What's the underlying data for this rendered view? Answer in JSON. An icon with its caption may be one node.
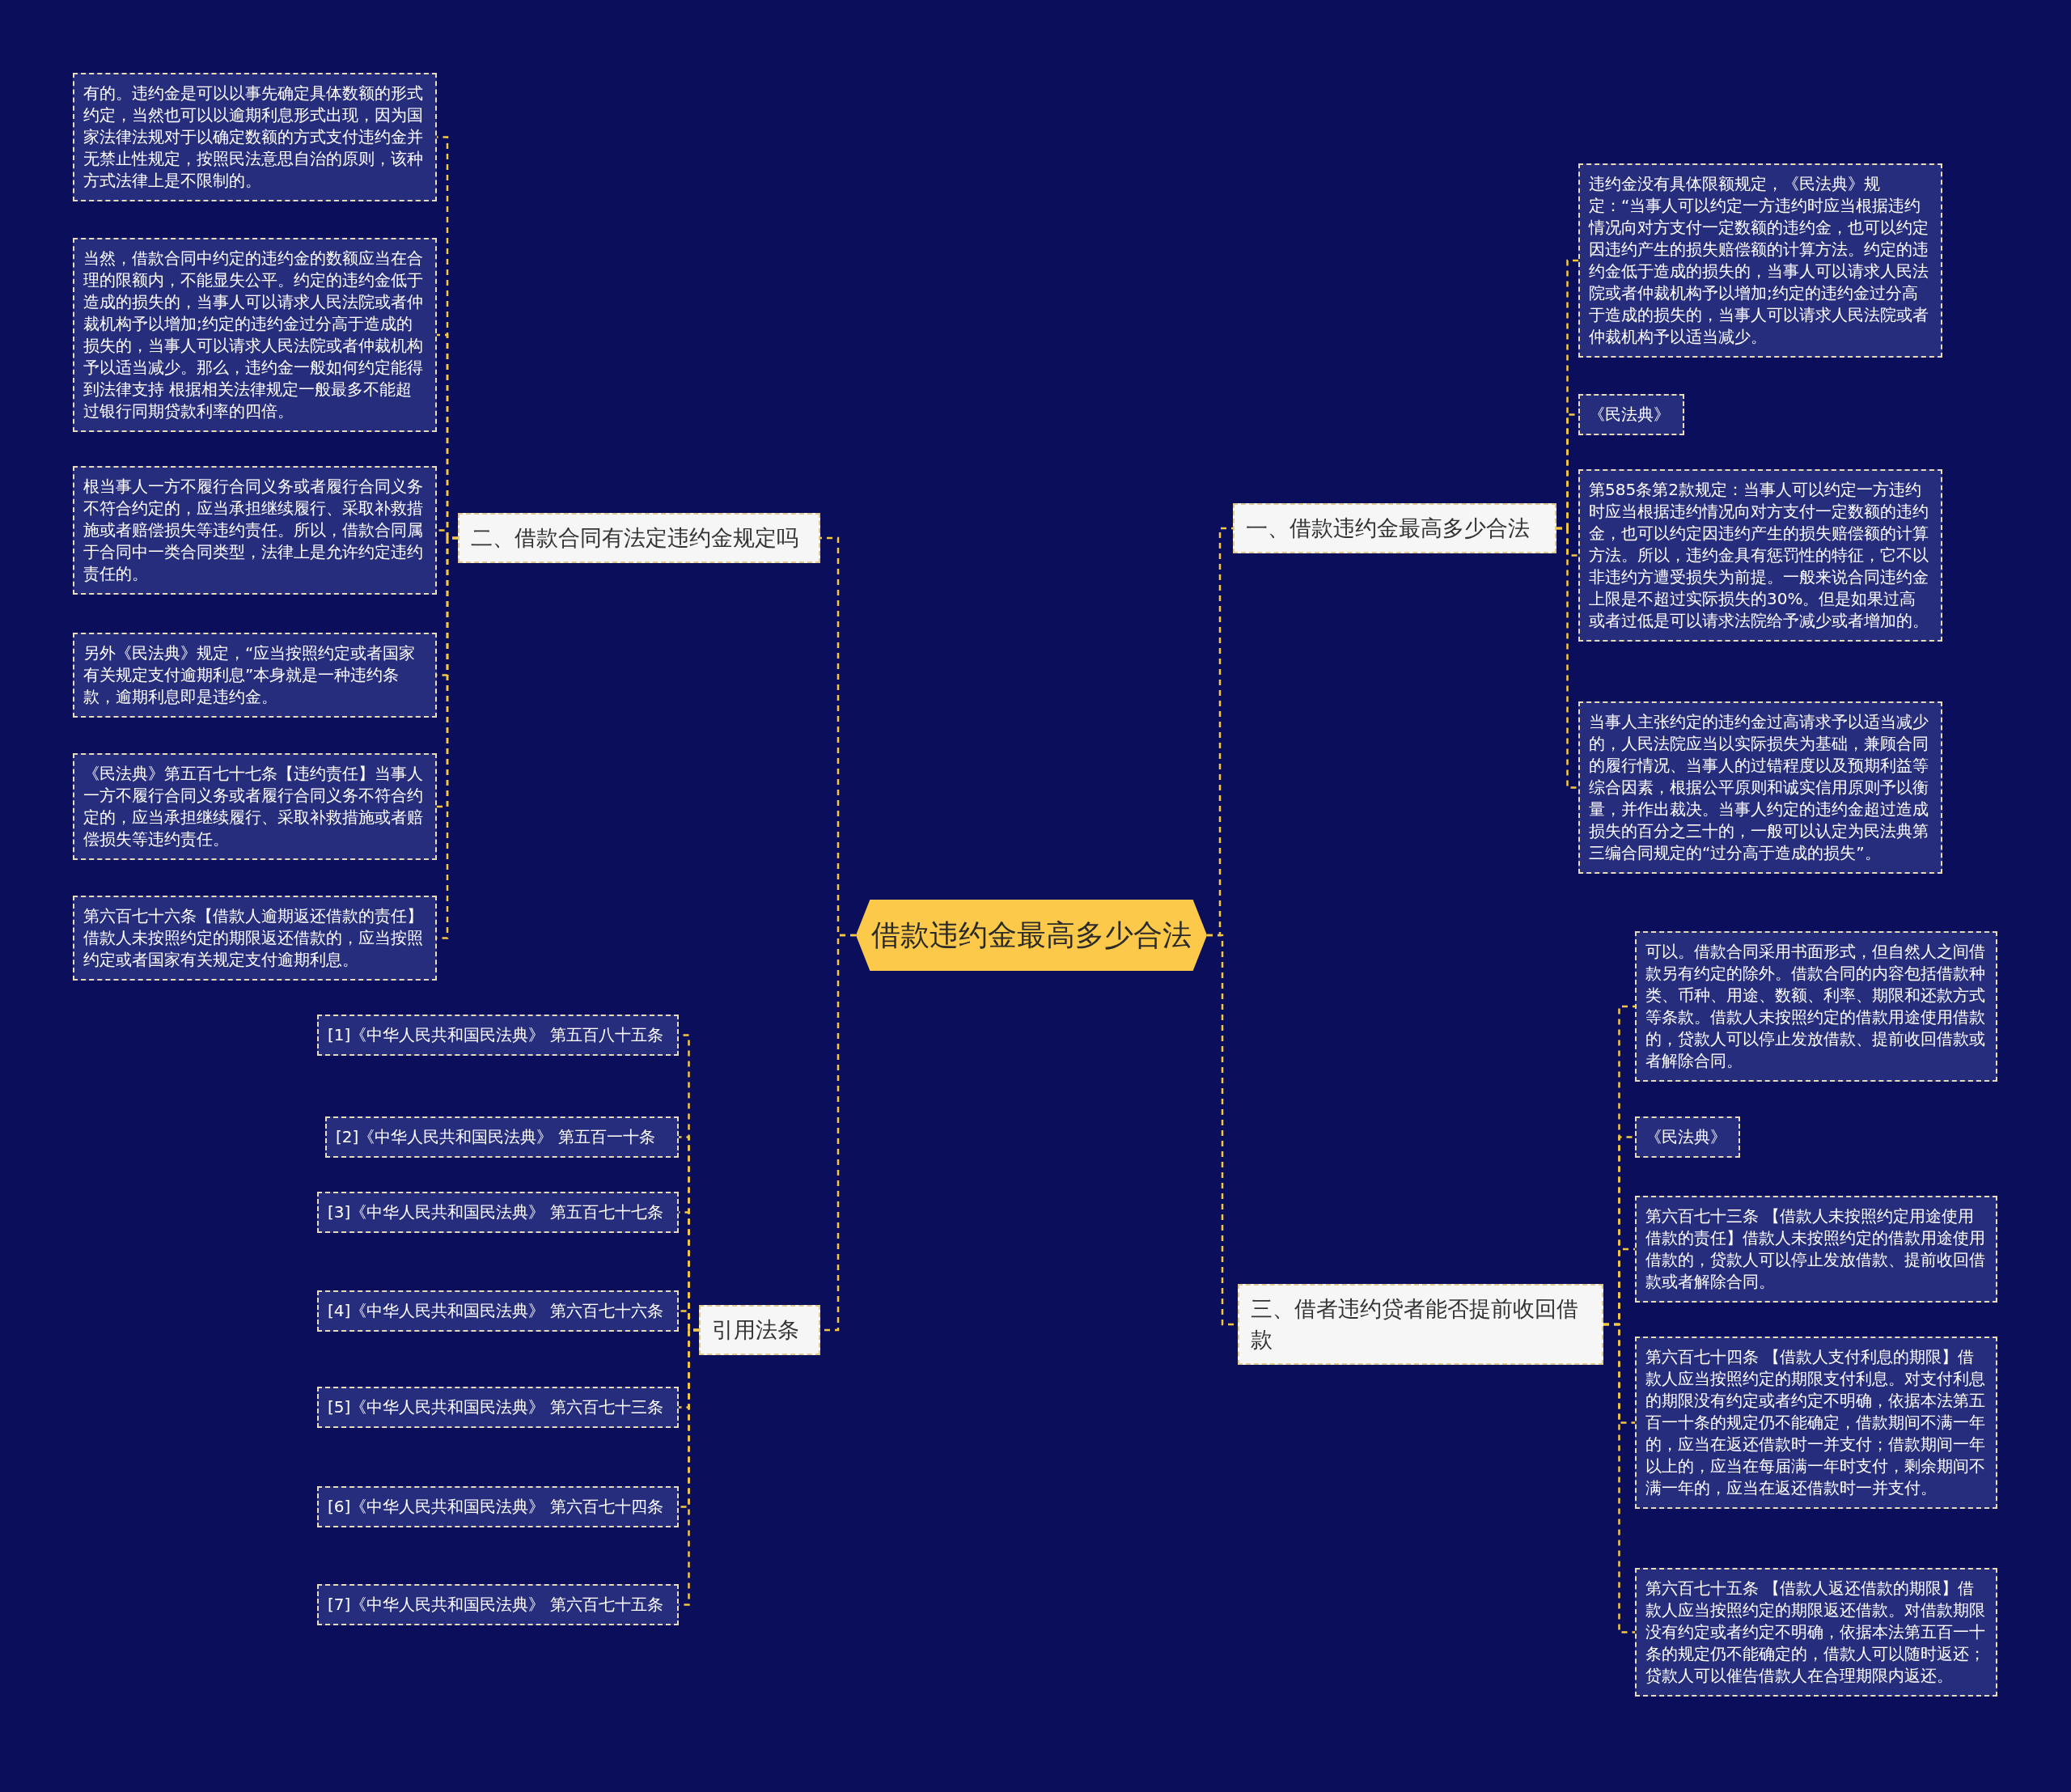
{
  "diagram": {
    "nodes": [
      {
        "text": [
          "借款违约金最高多少合法"
        ]
      },
      {
        "text": [
          "二、借款合同有法定违约金规定吗"
        ]
      },
      {
        "text": [
          "有的。违约金是可以以事先确定具体数额的形式约定，当然也可以以逾期利息形式出现，因为国家法律法规对于以确定数额的方式支付违约金并无禁止性规定，按照民法意思自治的原则，该种方式法律上是不限制的。"
        ]
      },
      {
        "text": [
          "当然，借款合同中约定的违约金的数额应当在合理的限额内，不能显失公平。约定的违约金低于造成的损失的，当事人可以请求人民法院或者仲裁机构予以增加;约定的违约金过分高于造成的损失的，当事人可以请求人民法院或者仲裁机构予以适当减少。那么，违约金一般如何约定能得到法律支持 根据相关法律规定一般最多不能超过银行同期贷款利率的四倍。"
        ]
      },
      {
        "text": [
          "根当事人一方不履行合同义务或者履行合同义务不符合约定的，应当承担继续履行、采取补救措施或者赔偿损失等违约责任。所以，借款合同属于合同中一类合同类型，法律上是允许约定违约责任的。"
        ]
      },
      {
        "text": [
          "另外《民法典》规定，“应当按照约定或者国家有关规定支付逾期利息”本身就是一种违约条款，逾期利息即是违约金。"
        ]
      },
      {
        "text": [
          "《民法典》第五百七十七条【违约责任】当事人一方不履行合同义务或者履行合同义务不符合约定的，应当承担继续履行、采取补救措施或者赔偿损失等违约责任。"
        ]
      },
      {
        "text": [
          "第六百七十六条【借款人逾期返还借款的责任】借款人未按照约定的期限返还借款的，应当按照约定或者国家有关规定支付逾期利息。"
        ]
      },
      {
        "text": [
          "一、借款违约金最高多少合法"
        ]
      },
      {
        "text": [
          "违约金没有具体限额规定，《民法典》规定：“当事人可以约定一方违约时应当根据违约情况向对方支付一定数额的违约金，也可以约定因违约产生的损失赔偿额的计算方法。约定的违约金低于造成的损失的，当事人可以请求人民法院或者仲裁机构予以增加;约定的违约金过分高于造成的损失的，当事人可以请求人民法院或者仲裁机构予以适当减少。"
        ]
      },
      {
        "text": [
          "《民法典》"
        ]
      },
      {
        "text": [
          "第585条第2款规定：当事人可以约定一方违约时应当根据违约情况向对方支付一定数额的违约金，也可以约定因违约产生的损失赔偿额的计算方法。所以，违约金具有惩罚性的特征，它不以非违约方遭受损失为前提。一般来说合同违约金上限是不超过实际损失的30%。但是如果过高或者过低是可以请求法院给予减少或者增加的。"
        ]
      },
      {
        "text": [
          "当事人主张约定的违约金过高请求予以适当减少的，人民法院应当以实际损失为基础，兼顾合同的履行情况、当事人的过错程度以及预期利益等综合因素，根据公平原则和诚实信用原则予以衡量，并作出裁决。当事人约定的违约金超过造成损失的百分之三十的，一般可以认定为民法典第三编合同规定的“过分高于造成的损失”。"
        ]
      },
      {
        "text": [
          "引用法条"
        ]
      },
      {
        "text": [
          "[1]《中华人民共和国民法典》 第五百八十五条"
        ]
      },
      {
        "text": [
          "[2]《中华人民共和国民法典》 第五百一十条"
        ]
      },
      {
        "text": [
          "[3]《中华人民共和国民法典》 第五百七十七条"
        ]
      },
      {
        "text": [
          "[4]《中华人民共和国民法典》 第六百七十六条"
        ]
      },
      {
        "text": [
          "[5]《中华人民共和国民法典》 第六百七十三条"
        ]
      },
      {
        "text": [
          "[6]《中华人民共和国民法典》 第六百七十四条"
        ]
      },
      {
        "text": [
          "[7]《中华人民共和国民法典》 第六百七十五条"
        ]
      },
      {
        "text": [
          "三、借者违约贷者能否提前收回借款"
        ]
      },
      {
        "text": [
          "可以。借款合同采用书面形式，但自然人之间借款另有约定的除外。借款合同的内容包括借款种类、币种、用途、数额、利率、期限和还款方式等条款。借款人未按照约定的借款用途使用借款的，贷款人可以停止发放借款、提前收回借款或者解除合同。"
        ]
      },
      {
        "text": [
          "《民法典》"
        ]
      },
      {
        "text": [
          "第六百七十三条 【借款人未按照约定用途使用借款的责任】借款人未按照约定的借款用途使用借款的，贷款人可以停止发放借款、提前收回借款或者解除合同。"
        ]
      },
      {
        "text": [
          "第六百七十四条 【借款人支付利息的期限】借款人应当按照约定的期限支付利息。对支付利息的期限没有约定或者约定不明确，依据本法第五百一十条的规定仍不能确定，借款期间不满一年的，应当在返还借款时一并支付；借款期间一年以上的，应当在每届满一年时支付，剩余期间不满一年的，应当在返还借款时一并支付。"
        ]
      },
      {
        "text": [
          "第六百七十五条 【借款人返还借款的期限】借款人应当按照约定的期限返还借款。对借款期限没有约定或者约定不明确，依据本法第五百一十条的规定仍不能确定的，借款人可以随时返还；贷款人可以催告借款人在合理期限内返还。"
        ]
      }
    ],
    "edges": [
      {
        "from": 0,
        "to": 1,
        "arrow": "none"
      },
      {
        "from": 1,
        "to": 2,
        "arrow": "none"
      },
      {
        "from": 1,
        "to": 3,
        "arrow": "none"
      },
      {
        "from": 1,
        "to": 4,
        "arrow": "none"
      },
      {
        "from": 1,
        "to": 5,
        "arrow": "none"
      },
      {
        "from": 1,
        "to": 6,
        "arrow": "none"
      },
      {
        "from": 1,
        "to": 7,
        "arrow": "none"
      },
      {
        "from": 0,
        "to": 8,
        "arrow": "none"
      },
      {
        "from": 8,
        "to": 9,
        "arrow": "none"
      },
      {
        "from": 8,
        "to": 10,
        "arrow": "none"
      },
      {
        "from": 8,
        "to": 11,
        "arrow": "none"
      },
      {
        "from": 8,
        "to": 12,
        "arrow": "none"
      },
      {
        "from": 0,
        "to": 13,
        "arrow": "none"
      },
      {
        "from": 13,
        "to": 14,
        "arrow": "none"
      },
      {
        "from": 13,
        "to": 15,
        "arrow": "none"
      },
      {
        "from": 13,
        "to": 16,
        "arrow": "none"
      },
      {
        "from": 13,
        "to": 17,
        "arrow": "none"
      },
      {
        "from": 13,
        "to": 18,
        "arrow": "none"
      },
      {
        "from": 13,
        "to": 19,
        "arrow": "none"
      },
      {
        "from": 13,
        "to": 20,
        "arrow": "none"
      },
      {
        "from": 0,
        "to": 21,
        "arrow": "none"
      },
      {
        "from": 21,
        "to": 22,
        "arrow": "none"
      },
      {
        "from": 21,
        "to": 23,
        "arrow": "none"
      },
      {
        "from": 21,
        "to": 24,
        "arrow": "none"
      },
      {
        "from": 21,
        "to": 25,
        "arrow": "none"
      },
      {
        "from": 21,
        "to": 26,
        "arrow": "none"
      }
    ]
  }
}
